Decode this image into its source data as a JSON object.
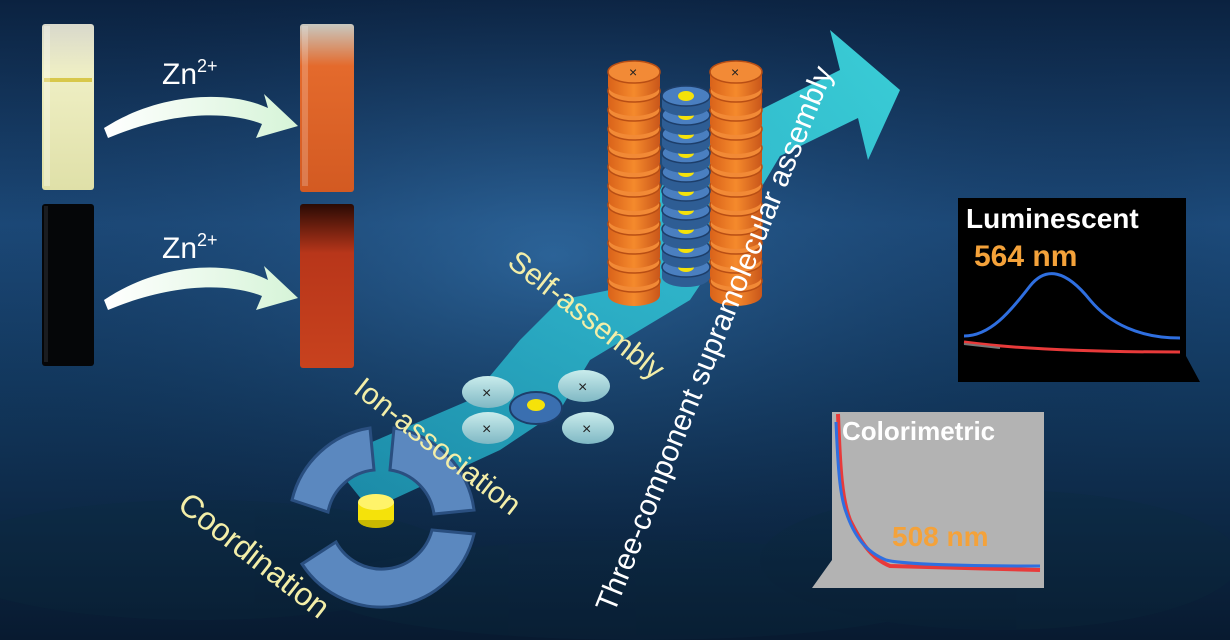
{
  "labels": {
    "zn_top": "Zn",
    "zn_top_sup": "2+",
    "zn_bottom": "Zn",
    "zn_bottom_sup": "2+",
    "self_assembly": "Self-assembly",
    "ion_association": "Ion-association",
    "coordination": "Coordination",
    "three_component": "Three-component supramolecular assembly"
  },
  "luminescent_panel": {
    "title": "Luminescent",
    "wavelength": "564 nm"
  },
  "colorimetric_panel": {
    "title": "Colorimetric",
    "wavelength": "508 nm"
  },
  "colors": {
    "background_deep": "#0a1f3d",
    "background_mid": "#1e4a78",
    "arrow_cyan": "#2ec8d8",
    "orange_disc": "#f07a22",
    "blue_disc": "#3a6fb0",
    "yellow_core": "#f5e20a",
    "label_cream": "#f3eea8",
    "wavelength_orange": "#f4a23a",
    "spectrum_blue": "#2f6fe0",
    "spectrum_red": "#e83a3a"
  }
}
